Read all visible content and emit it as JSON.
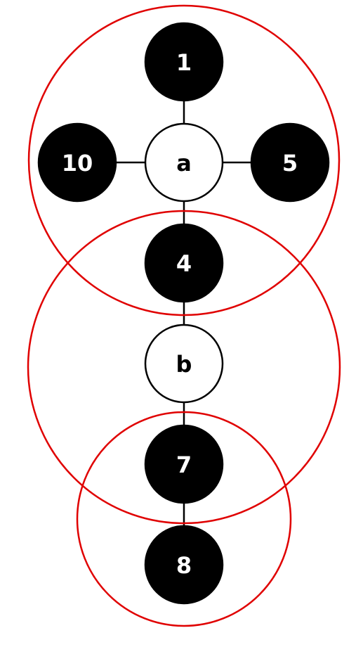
{
  "colors": {
    "ring": "#e00000",
    "edge": "#000000",
    "filled_node": "#000000",
    "filled_text": "#ffffff",
    "hollow_node": "#ffffff",
    "hollow_text": "#000000"
  },
  "nodes": [
    {
      "id": "n1",
      "label": "1",
      "style": "filled"
    },
    {
      "id": "n10",
      "label": "10",
      "style": "filled"
    },
    {
      "id": "na",
      "label": "a",
      "style": "hollow"
    },
    {
      "id": "n5",
      "label": "5",
      "style": "filled"
    },
    {
      "id": "n4",
      "label": "4",
      "style": "filled"
    },
    {
      "id": "nb",
      "label": "b",
      "style": "hollow"
    },
    {
      "id": "n7",
      "label": "7",
      "style": "filled"
    },
    {
      "id": "n8",
      "label": "8",
      "style": "filled"
    }
  ],
  "edges": [
    {
      "from": "n1",
      "to": "na"
    },
    {
      "from": "n10",
      "to": "na"
    },
    {
      "from": "na",
      "to": "n5"
    },
    {
      "from": "na",
      "to": "n4"
    },
    {
      "from": "n4",
      "to": "nb"
    },
    {
      "from": "nb",
      "to": "n7"
    },
    {
      "from": "n7",
      "to": "n8"
    }
  ],
  "groups": [
    {
      "id": "group-a",
      "center_node": "na"
    },
    {
      "id": "group-b",
      "center_node": "nb"
    },
    {
      "id": "group-7-8",
      "center_node": "n7"
    }
  ]
}
